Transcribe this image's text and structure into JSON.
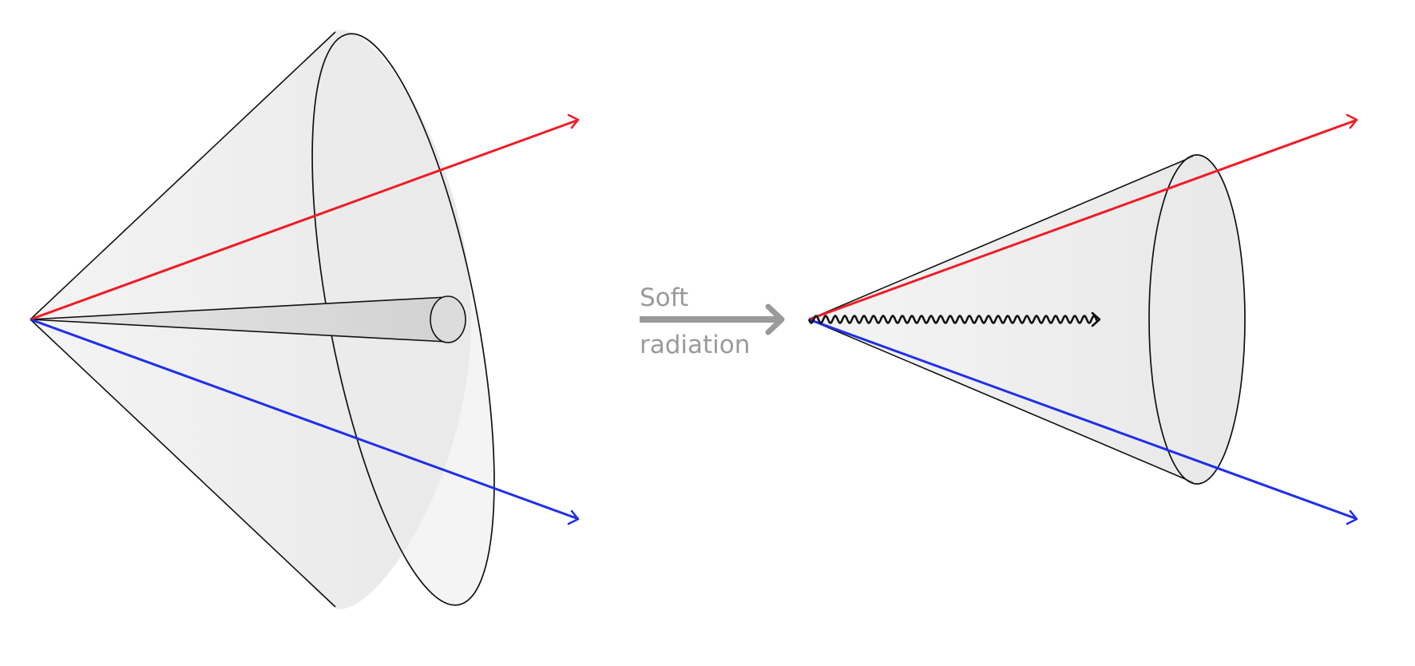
{
  "diagram": {
    "colors": {
      "background": "#ffffff",
      "cone_fill": "#ececec",
      "inner_cone_fill": "#d8d8d8",
      "outline": "#111111",
      "red_ray": "#ee1c25",
      "blue_ray": "#1f2fe8",
      "process_arrow": "#9a9a9a",
      "gluon": "#111111"
    },
    "left_panel": {
      "elements": [
        "wide-cone",
        "narrow-inner-cone",
        "red-ray",
        "blue-ray"
      ]
    },
    "transition": {
      "label_line1": "Soft",
      "label_line2": "radiation",
      "arrow_icon": "right-arrow-icon"
    },
    "right_panel": {
      "elements": [
        "narrow-cone",
        "red-ray",
        "blue-ray",
        "soft-gluon-wavy-line"
      ]
    }
  }
}
